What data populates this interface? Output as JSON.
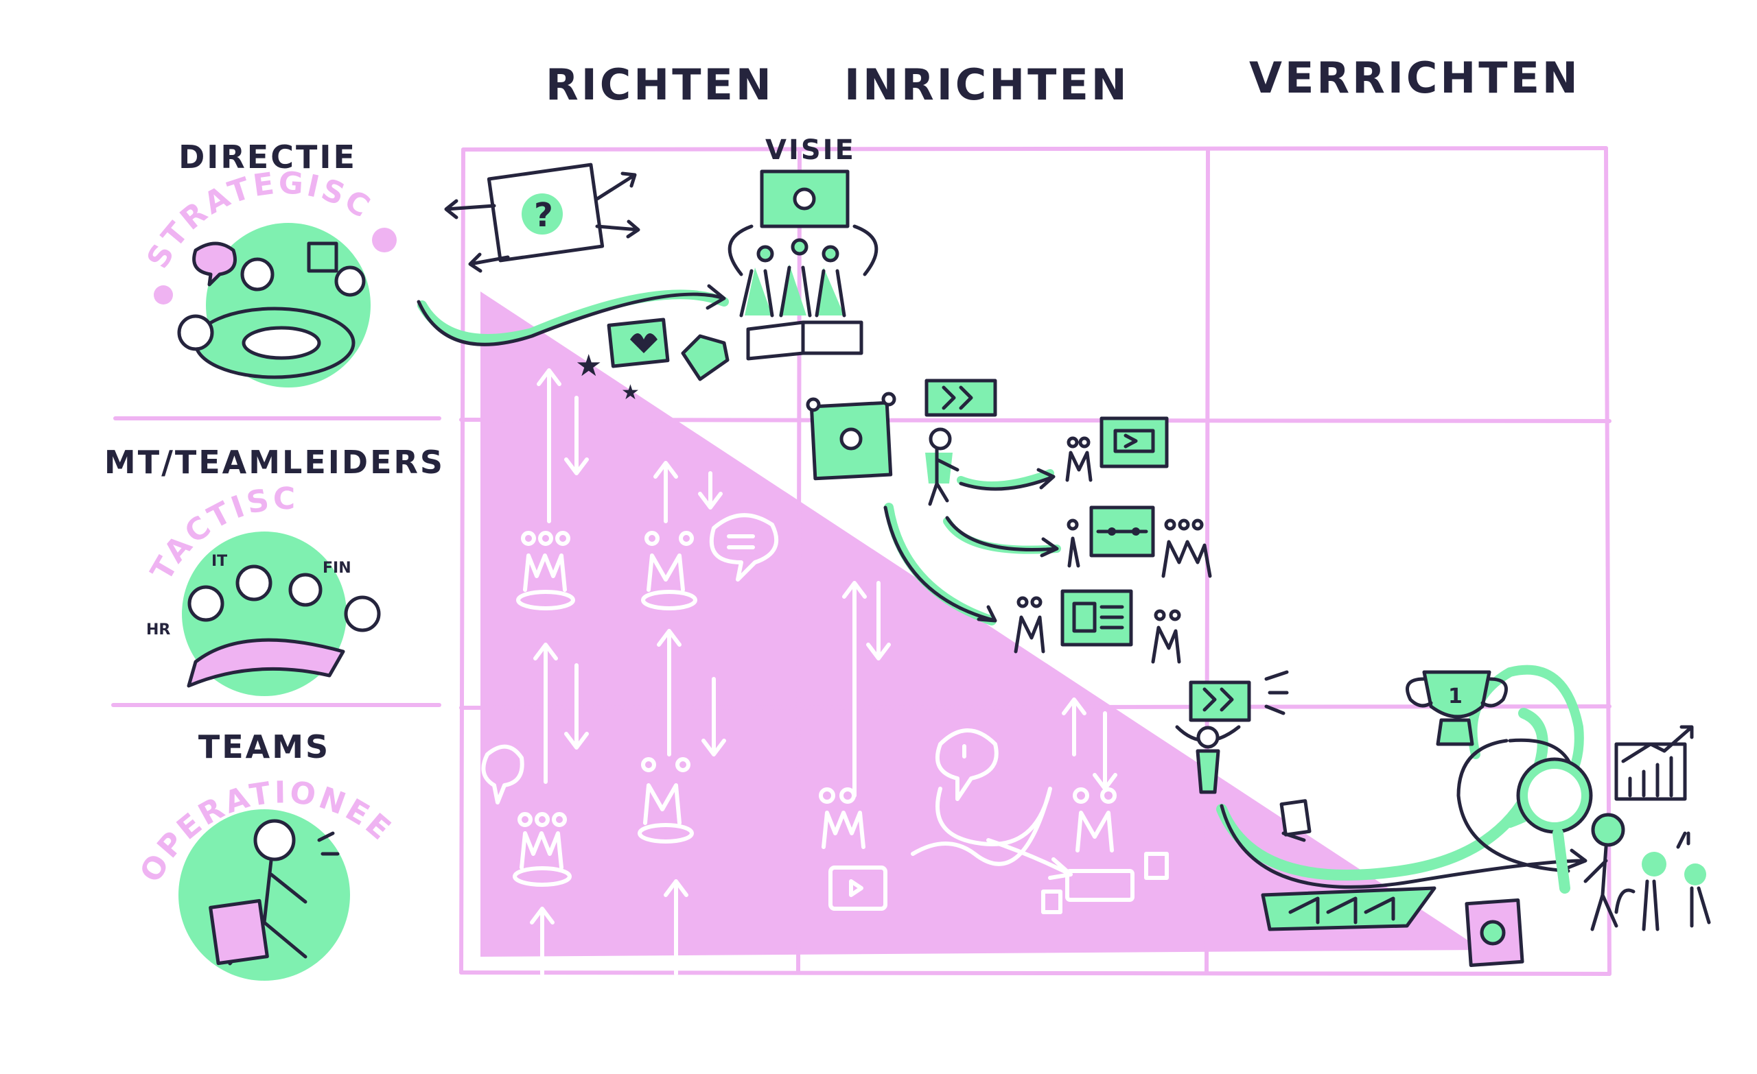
{
  "columns": {
    "richten": "RICHTEN",
    "inrichten": "INRICHTEN",
    "verrichten": "VERRICHTEN"
  },
  "rows": [
    {
      "title": "DIRECTIE",
      "subtitle": "STRATEGISCH"
    },
    {
      "title": "MT/TEAMLEIDERS",
      "subtitle": "TACTISCH"
    },
    {
      "title": "TEAMS",
      "subtitle": "OPERATIONEEL"
    }
  ],
  "labels": {
    "visie": "VISIE",
    "it": "IT",
    "fin": "FIN",
    "hr": "HR",
    "trophy_rank": "1"
  },
  "colors": {
    "pink": "#efb3f2",
    "green": "#7ff0b0",
    "ink": "#25243d",
    "white": "#ffffff"
  },
  "icons": [
    "question-board-icon",
    "vision-board-icon",
    "heart-card-icon",
    "diamond-icon",
    "star-icon",
    "sun-board-icon",
    "arrow-card-icon",
    "group-icon",
    "speech-bubble-icon",
    "trophy-icon",
    "magnifier-icon",
    "bar-chart-icon",
    "person-icon",
    "roadmap-icon",
    "document-icon"
  ]
}
